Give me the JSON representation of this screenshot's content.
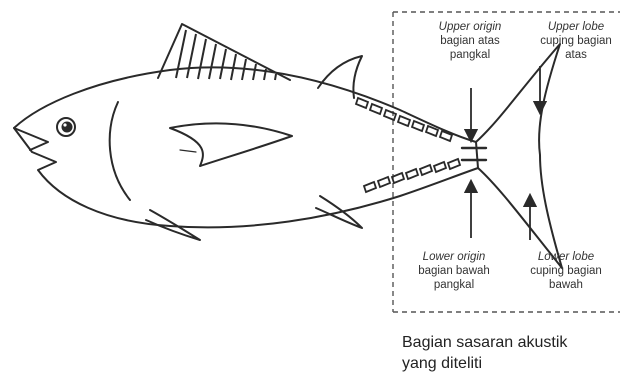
{
  "labels": {
    "upper_origin": {
      "en": "Upper origin",
      "id_line1": "bagian atas",
      "id_line2": "pangkal"
    },
    "upper_lobe": {
      "en": "Upper lobe",
      "id_line1": "cuping bagian",
      "id_line2": "atas"
    },
    "lower_origin": {
      "en": "Lower origin",
      "id_line1": "bagian bawah",
      "id_line2": "pangkal"
    },
    "lower_lobe": {
      "en": "Lower lobe",
      "id_line1": "cuping bagian",
      "id_line2": "bawah"
    }
  },
  "caption": {
    "line1": "Bagian sasaran akustik",
    "line2": "yang diteliti"
  },
  "colors": {
    "line": "#2a2a2a",
    "box": "#555555"
  }
}
